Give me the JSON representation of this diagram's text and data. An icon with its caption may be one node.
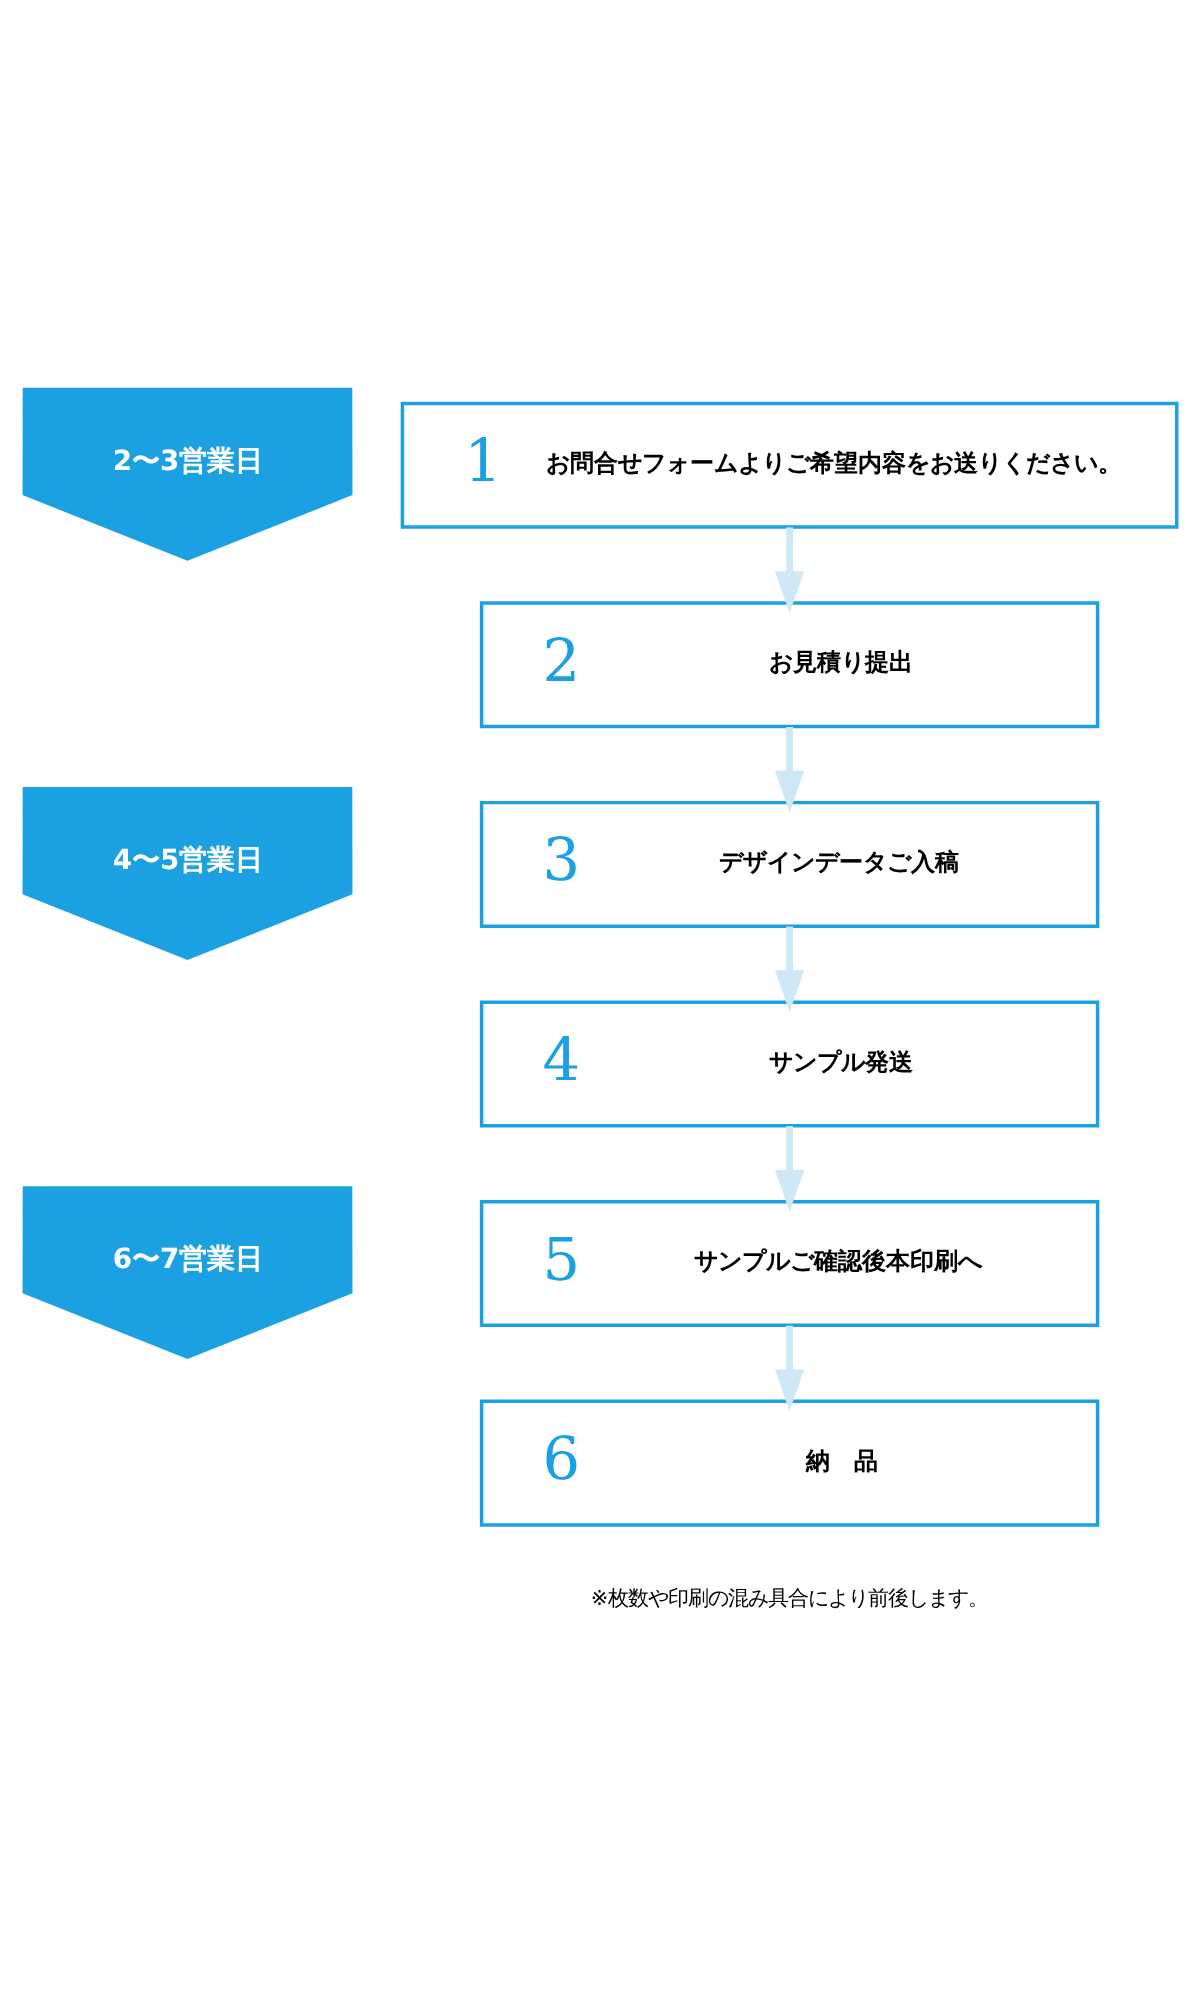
{
  "diagram": {
    "nodes": [
      {
        "text": [
          "2〜3営業日"
        ]
      },
      {
        "text": [
          "1",
          "お問合せフォームよりご希望内容をお送りください。"
        ]
      },
      {
        "text": [
          "2",
          "お見積り提出"
        ]
      },
      {
        "text": [
          "4〜5営業日"
        ]
      },
      {
        "text": [
          "3",
          "デザインデータご入稿"
        ]
      },
      {
        "text": [
          "4",
          "サンプル発送"
        ]
      },
      {
        "text": [
          "6〜7営業日"
        ]
      },
      {
        "text": [
          "5",
          "サンプルご確認後本印刷へ"
        ]
      },
      {
        "text": [
          "6",
          "納　品"
        ]
      }
    ],
    "edges": [
      {
        "from": 1,
        "to": 2,
        "arrow": "to"
      },
      {
        "from": 2,
        "to": 4,
        "arrow": "to"
      },
      {
        "from": 4,
        "to": 5,
        "arrow": "to"
      },
      {
        "from": 5,
        "to": 7,
        "arrow": "to"
      },
      {
        "from": 7,
        "to": 8,
        "arrow": "to"
      }
    ],
    "labels": [
      "※枚数や印刷の混み具合により前後します。"
    ]
  }
}
